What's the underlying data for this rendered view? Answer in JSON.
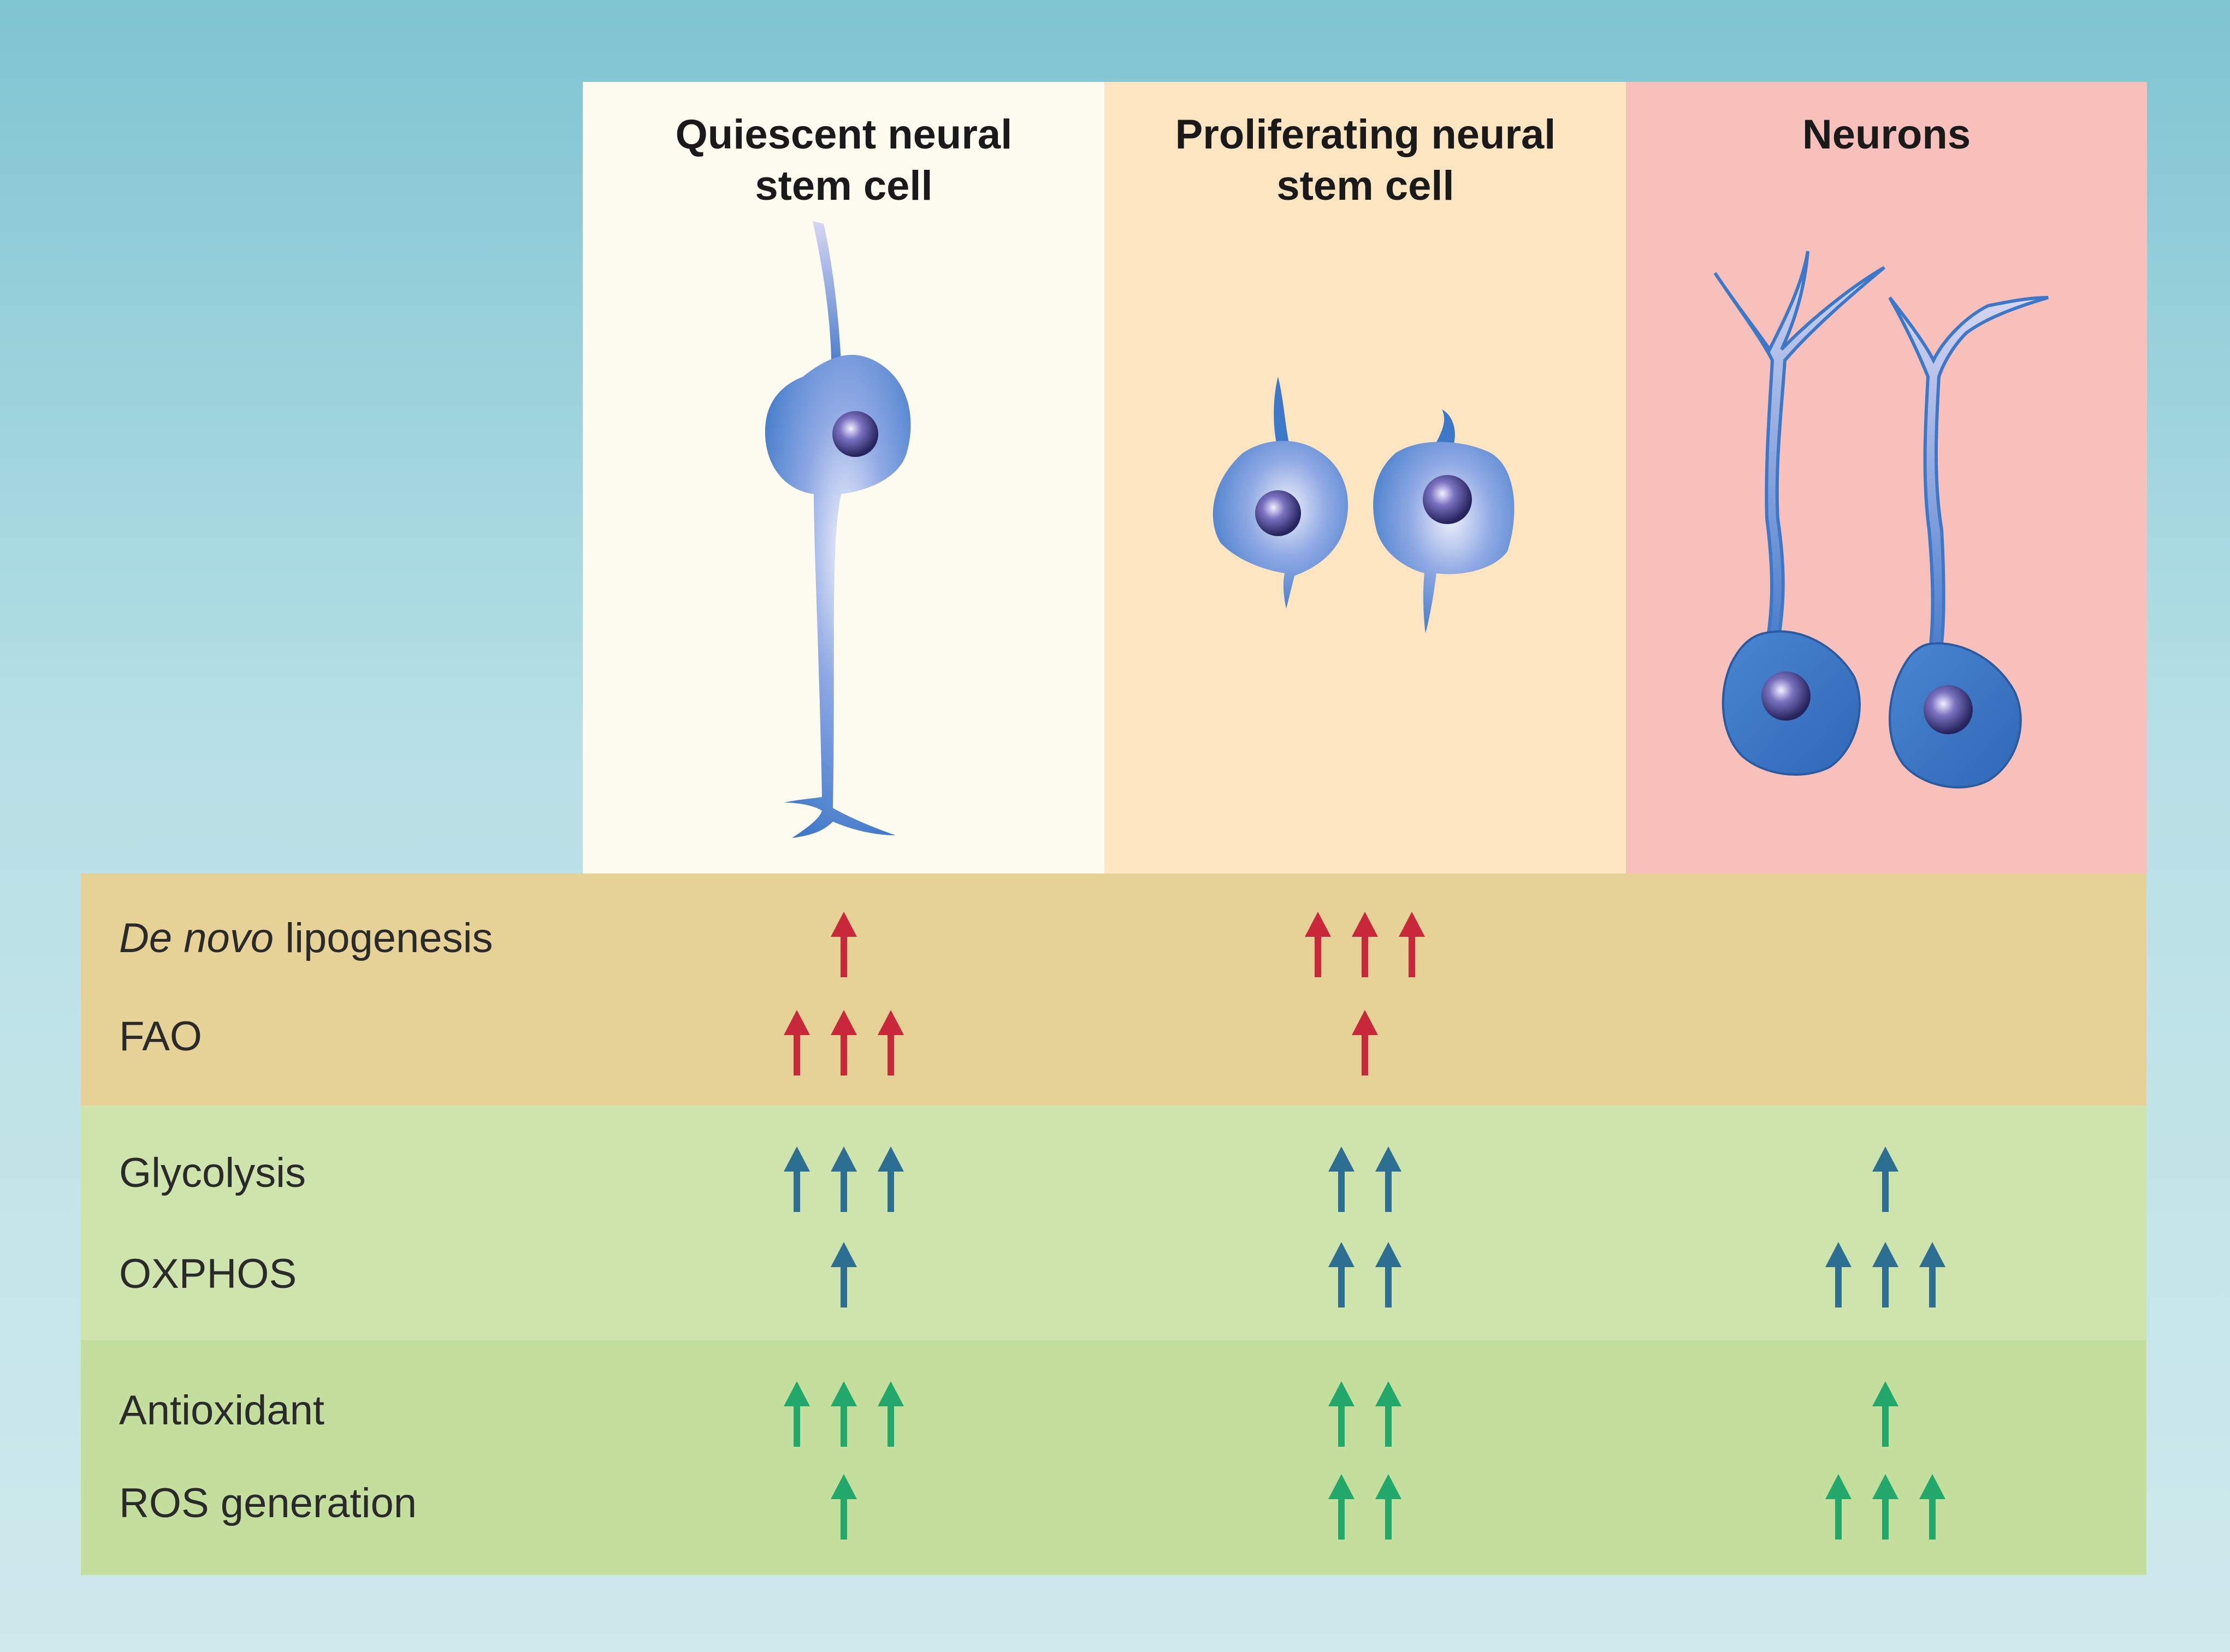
{
  "columns": [
    {
      "title": "Quiescent neural stem cell",
      "panel_color": "#fefbf1"
    },
    {
      "title": "Proliferating neural stem cell",
      "panel_color": "#fce5c0"
    },
    {
      "title": "Neurons",
      "panel_color": "#f8c0bb"
    }
  ],
  "groups": [
    {
      "band_color": "#e6d196",
      "arrow_color": "#c8283a"
    },
    {
      "band_color": "#cfe4ac",
      "arrow_color": "#2c6f92"
    },
    {
      "band_color": "#c4df9d",
      "arrow_color": "#22a86a"
    }
  ],
  "rows": [
    {
      "label_italic": "De novo",
      "label_rest": " lipogenesis",
      "group": 0,
      "levels": [
        1,
        3,
        0
      ]
    },
    {
      "label_italic": "",
      "label_rest": "FAO",
      "group": 0,
      "levels": [
        3,
        1,
        0
      ]
    },
    {
      "label_italic": "",
      "label_rest": "Glycolysis",
      "group": 1,
      "levels": [
        3,
        2,
        1
      ]
    },
    {
      "label_italic": "",
      "label_rest": "OXPHOS",
      "group": 1,
      "levels": [
        1,
        2,
        3
      ]
    },
    {
      "label_italic": "",
      "label_rest": "Antioxidant",
      "group": 2,
      "levels": [
        3,
        2,
        1
      ]
    },
    {
      "label_italic": "",
      "label_rest": "ROS generation",
      "group": 2,
      "levels": [
        1,
        2,
        3
      ]
    }
  ],
  "colors": {
    "cell_fill": "#3d78c8",
    "cell_light": "#c6d4f2",
    "nucleus": "#2a2a6e"
  }
}
